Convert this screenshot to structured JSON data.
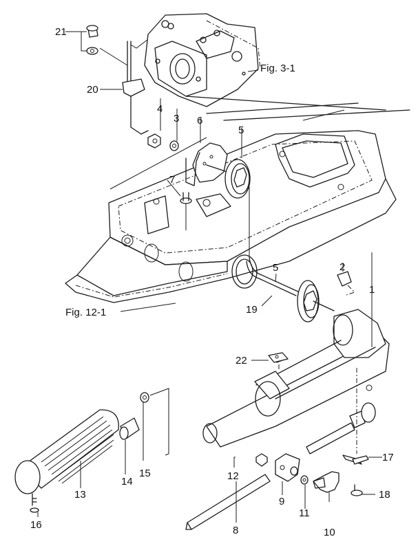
{
  "diagram": {
    "type": "exploded-parts-diagram",
    "subject": "Outboard tiller handle / throttle linkage assembly",
    "callouts": {
      "c1": "1",
      "c2": "2",
      "c3": "3",
      "c4": "4",
      "c5a": "5",
      "c5b": "5",
      "c6": "6",
      "c7": "7",
      "c8": "8",
      "c9": "9",
      "c10": "10",
      "c11": "11",
      "c12": "12",
      "c13": "13",
      "c14": "14",
      "c15": "15",
      "c16": "16",
      "c17": "17",
      "c18": "18",
      "c19": "19",
      "c20": "20",
      "c21": "21",
      "c22": "22"
    },
    "references": {
      "fig_carburetor": "Fig. 3-1",
      "fig_bottom_cowl": "Fig. 12-1"
    }
  }
}
